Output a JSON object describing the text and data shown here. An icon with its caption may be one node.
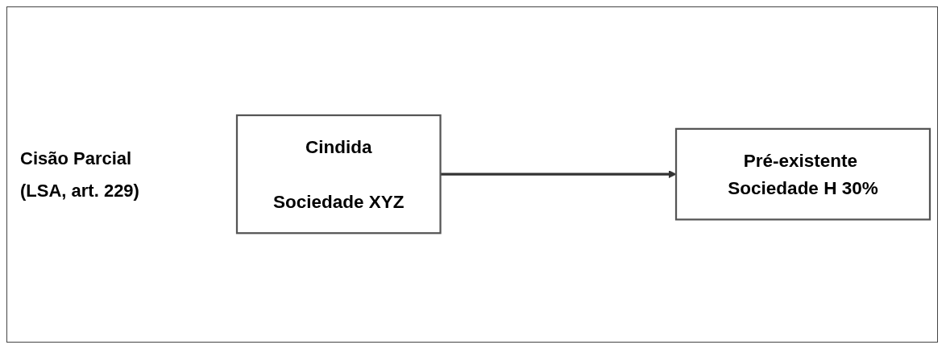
{
  "diagram": {
    "title": "Cisão Parcial",
    "nodes": [
      {
        "text": [
          "Cindida",
          "Sociedade XYZ"
        ]
      },
      {
        "text": [
          "Pré-existente Sociedade H 30%"
        ]
      }
    ],
    "edges": [
      {
        "from": 0,
        "to": 1,
        "arrow": "to"
      }
    ],
    "labels": [
      "(LSA, art. 229)"
    ]
  }
}
